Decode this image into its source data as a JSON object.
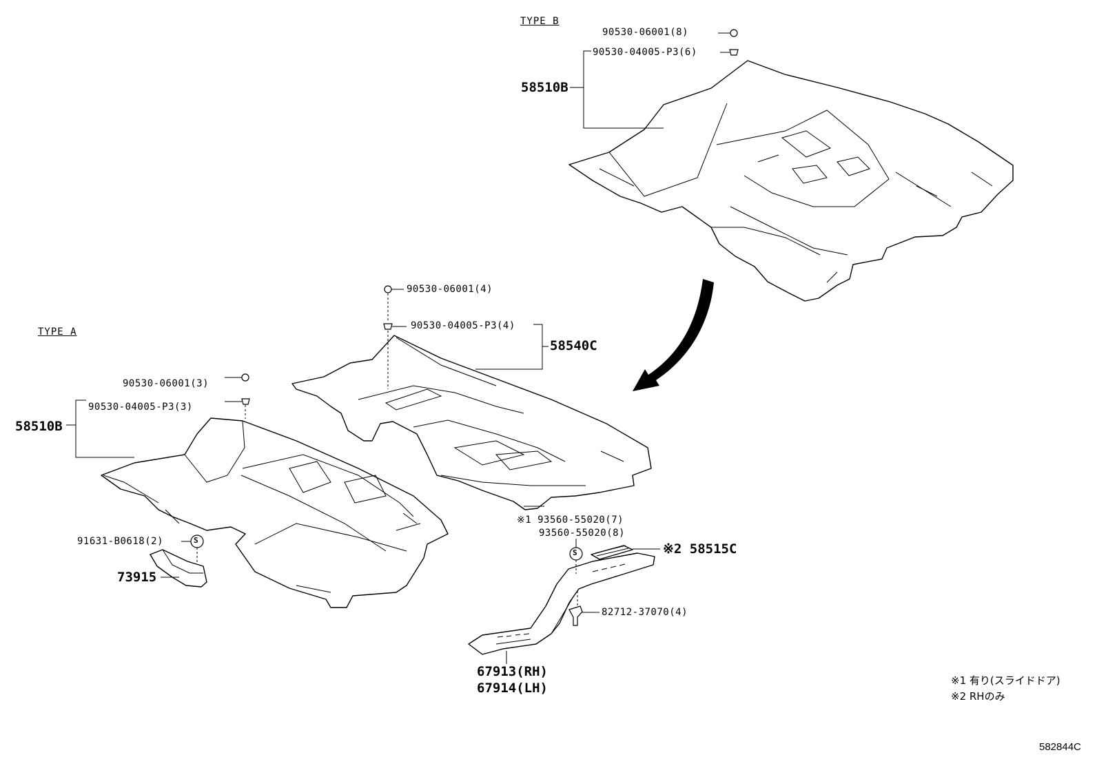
{
  "diagram": {
    "type_b": "TYPE B",
    "type_a": "TYPE A",
    "labels": {
      "b_bolt": "90530-06001(8)",
      "b_clip": "90530-04005-P3(6)",
      "b_carpet": "58510B",
      "c_bolt": "90530-06001(4)",
      "c_clip": "90530-04005-P3(4)",
      "c_carpet": "58540C",
      "a_bolt": "90530-06001(3)",
      "a_clip": "90530-04005-P3(3)",
      "a_carpet": "58510B",
      "a_screw": "91631-B0618(2)",
      "a_bracket": "73915",
      "step1": "※1 93560-55020(7)",
      "step2": "93560-55020(8)",
      "step_pad": "※2 58515C",
      "clip82": "82712-37070(4)",
      "plate_rh": "67913(RH)",
      "plate_lh": "67914(LH)",
      "screw_symbol": "S"
    },
    "notes": {
      "note1": "※1 有り(スライドドア)",
      "note2": "※2 RHのみ"
    },
    "code": "582844C"
  }
}
